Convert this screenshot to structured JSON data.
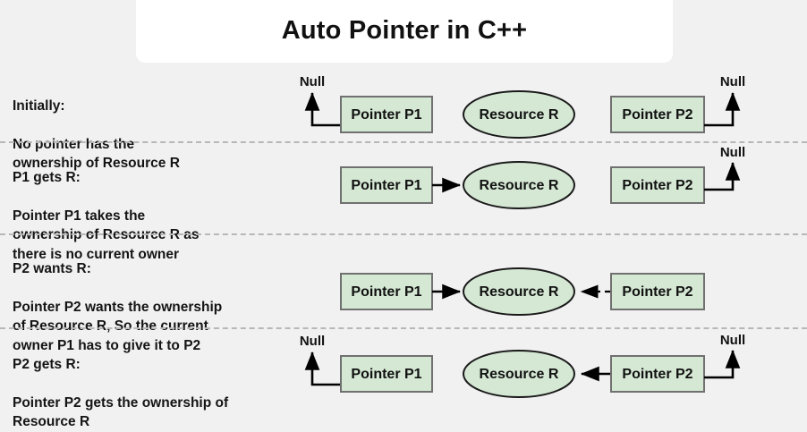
{
  "title": "Auto Pointer in C++",
  "background_color": "#f1f1f1",
  "node_fill_color": "#d5e8d4",
  "node_border_color": "#707070",
  "ellipse_border_color": "#1a1a1a",
  "edge_color": "#000000",
  "labels": {
    "pointer_p1": "Pointer P1",
    "pointer_p2": "Pointer P2",
    "resource_r": "Resource R",
    "null": "Null"
  },
  "rows": [
    {
      "id": "initially",
      "heading": "Initially:",
      "description": "No pointer has the\nownership of Resource R",
      "p1_null": true,
      "p2_null": true,
      "p1_to_r": false,
      "p2_to_r": false,
      "p2_to_r_dashed": false
    },
    {
      "id": "p1-gets-r",
      "heading": "P1 gets R:",
      "description": "Pointer P1 takes the\nownership of Resource R as\nthere is no current owner",
      "p1_null": false,
      "p2_null": true,
      "p1_to_r": true,
      "p2_to_r": false,
      "p2_to_r_dashed": false
    },
    {
      "id": "p2-wants-r",
      "heading": "P2 wants R:",
      "description": "Pointer P2 wants the ownership\nof Resource R, So the current\nowner P1 has to give it to P2",
      "p1_null": false,
      "p2_null": false,
      "p1_to_r": true,
      "p2_to_r": true,
      "p2_to_r_dashed": true
    },
    {
      "id": "p2-gets-r",
      "heading": "P2 gets R:",
      "description": "Pointer P2 gets the ownership of\nResource R",
      "p1_null": true,
      "p2_null": true,
      "p1_to_r": false,
      "p2_to_r": true,
      "p2_to_r_dashed": false
    }
  ]
}
